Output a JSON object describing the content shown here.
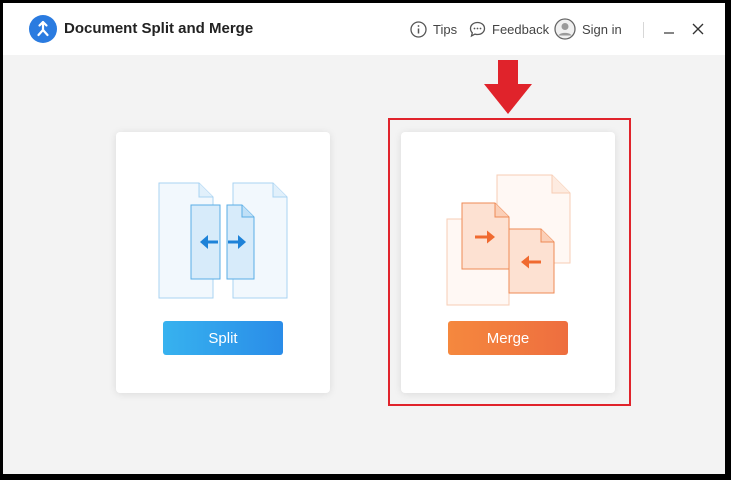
{
  "window": {
    "title": "Document Split and Merge",
    "logo_icon": "app-logo-icon",
    "accent_color": "#2a7be0"
  },
  "toolbar": {
    "tips_label": "Tips",
    "feedback_label": "Feedback",
    "signin_label": "Sign in"
  },
  "cards": {
    "split": {
      "button_label": "Split",
      "color": "#2a8ce8"
    },
    "merge": {
      "button_label": "Merge",
      "color": "#f07840"
    }
  },
  "annotation": {
    "highlight_color": "#e0232b",
    "target": "merge-card"
  }
}
